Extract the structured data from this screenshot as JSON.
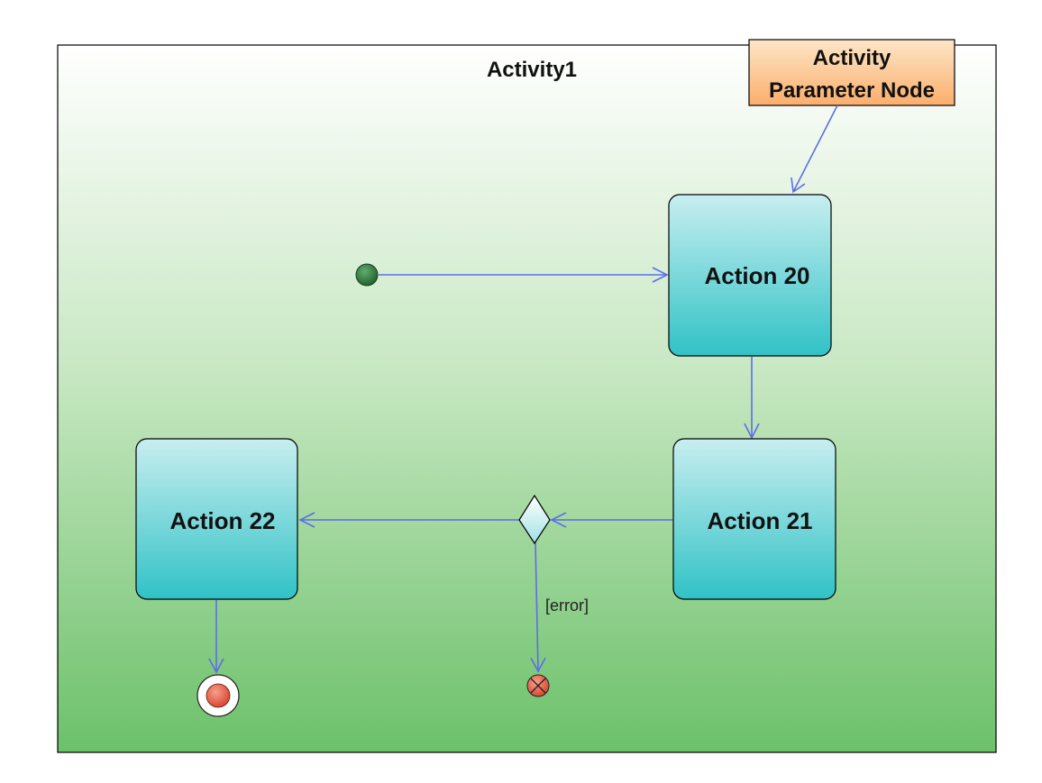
{
  "activity": {
    "title": "Activity1"
  },
  "parameter_node": {
    "line1": "Activity",
    "line2": "Parameter Node"
  },
  "actions": {
    "action20": "Action 20",
    "action21": "Action 21",
    "action22": "Action 22"
  },
  "guards": {
    "error": "[error]"
  },
  "colors": {
    "background_top": "#ffffff",
    "background_bottom": "#6cc16a",
    "action_top": "#c3ecee",
    "action_bottom": "#33c3c7",
    "parameter_fill": "#fbb97d",
    "flow": "#5b6ee8",
    "initial_node": "#2f7a3c",
    "final_node": "#e8604a"
  }
}
